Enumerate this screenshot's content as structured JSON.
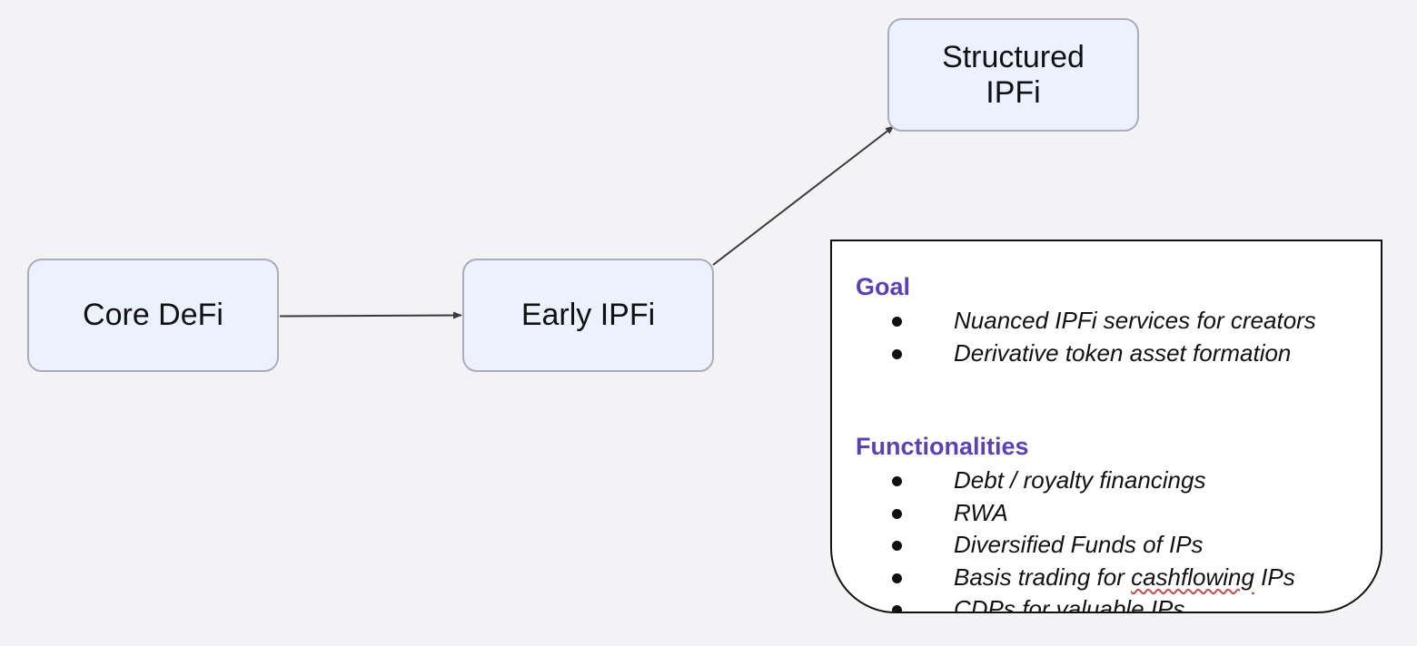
{
  "diagram": {
    "nodes": [
      {
        "id": "core",
        "label": "Core DeFi"
      },
      {
        "id": "early",
        "label": "Early IPFi"
      },
      {
        "id": "structured",
        "label_line1": "Structured",
        "label_line2": "IPFi"
      }
    ],
    "edges": [
      {
        "from": "core",
        "to": "early"
      },
      {
        "from": "early",
        "to": "structured"
      }
    ]
  },
  "info_panel": {
    "goal_heading": "Goal",
    "goal_items": [
      "Nuanced IPFi services for creators",
      "Derivative token asset formation"
    ],
    "functionalities_heading": "Functionalities",
    "functionality_items": [
      {
        "text": "Debt / royalty financings"
      },
      {
        "text": "RWA"
      },
      {
        "text": "Diversified Funds of IPs"
      },
      {
        "before": "Basis trading for ",
        "flagged": "cashflowing",
        "after": " IPs"
      },
      {
        "text": "CDPs for valuable IPs"
      }
    ]
  },
  "colors": {
    "canvas_background": "#f3f3f5",
    "node_fill": "#ebf2fd",
    "node_border": "#a9aeb7",
    "heading_accent": "#5a3fc0",
    "arrow": "#3a3a3a",
    "spellcheck_underline": "#d94848"
  }
}
